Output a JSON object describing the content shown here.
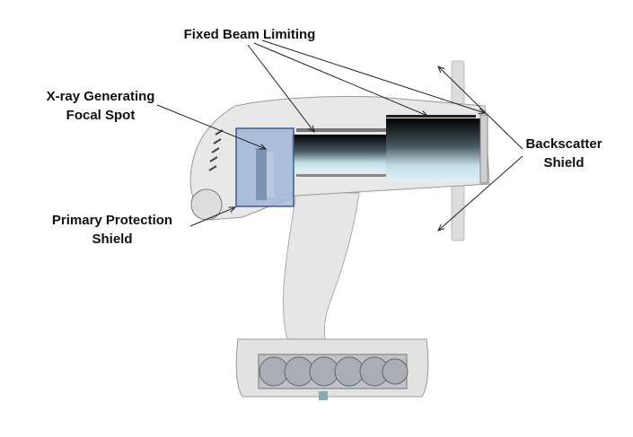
{
  "labels": {
    "fixed_beam": "Fixed Beam Limiting",
    "focal_line1": "X-ray Generating",
    "focal_line2": "Focal Spot",
    "primary_line1": "Primary Protection",
    "primary_line2": "Shield",
    "backscatter_line1": "Backscatter",
    "backscatter_line2": "Shield"
  },
  "colors": {
    "body": "#e4e4e4",
    "outline": "#9a9a9a",
    "generator": "#9fb6d6",
    "generator_border": "#3c5f90",
    "arrow": "#222222"
  }
}
